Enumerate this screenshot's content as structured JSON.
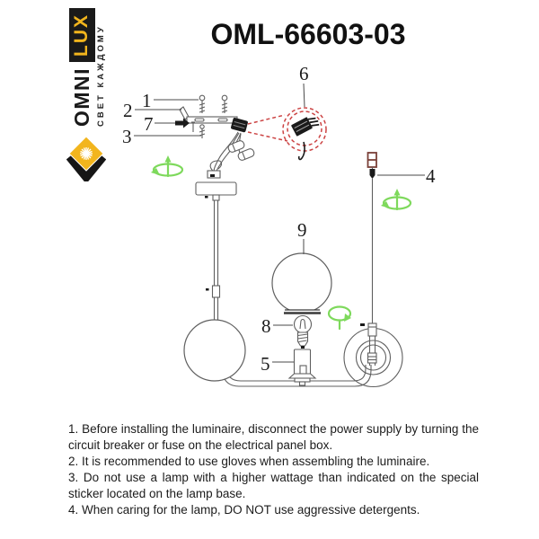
{
  "page": {
    "title": "OML-66603-03"
  },
  "logo": {
    "brand_primary": "OMNI",
    "brand_secondary": "LUX",
    "tagline": "СВЕТ КАЖДОМУ",
    "emblem": "sun-diamond-chevron"
  },
  "diagram": {
    "callouts": [
      "1",
      "2",
      "7",
      "3",
      "6",
      "9",
      "8",
      "5",
      "4"
    ],
    "symbols": [
      "rotate-to-fasten",
      "rotate-to-fasten",
      "rotate-globe",
      "magnified-wire-detail"
    ]
  },
  "colors": {
    "accent_green": "#7ed95c",
    "detail_red": "#cc4444",
    "fitting_maroon": "#7a4038",
    "logo_yellow": "#f2b51d",
    "ink": "#1a1a1a",
    "line": "#5f5f5f"
  },
  "instructions": [
    "1. Before installing the luminaire, disconnect the power supply by turning the circuit breaker or fuse on the electrical panel box.",
    "2. It is recommended to use gloves when assembling the luminaire.",
    "3. Do not use a lamp with a higher wattage than indicated on the special sticker located on the lamp base.",
    "4. When caring for the lamp, DO NOT use aggressive detergents."
  ]
}
